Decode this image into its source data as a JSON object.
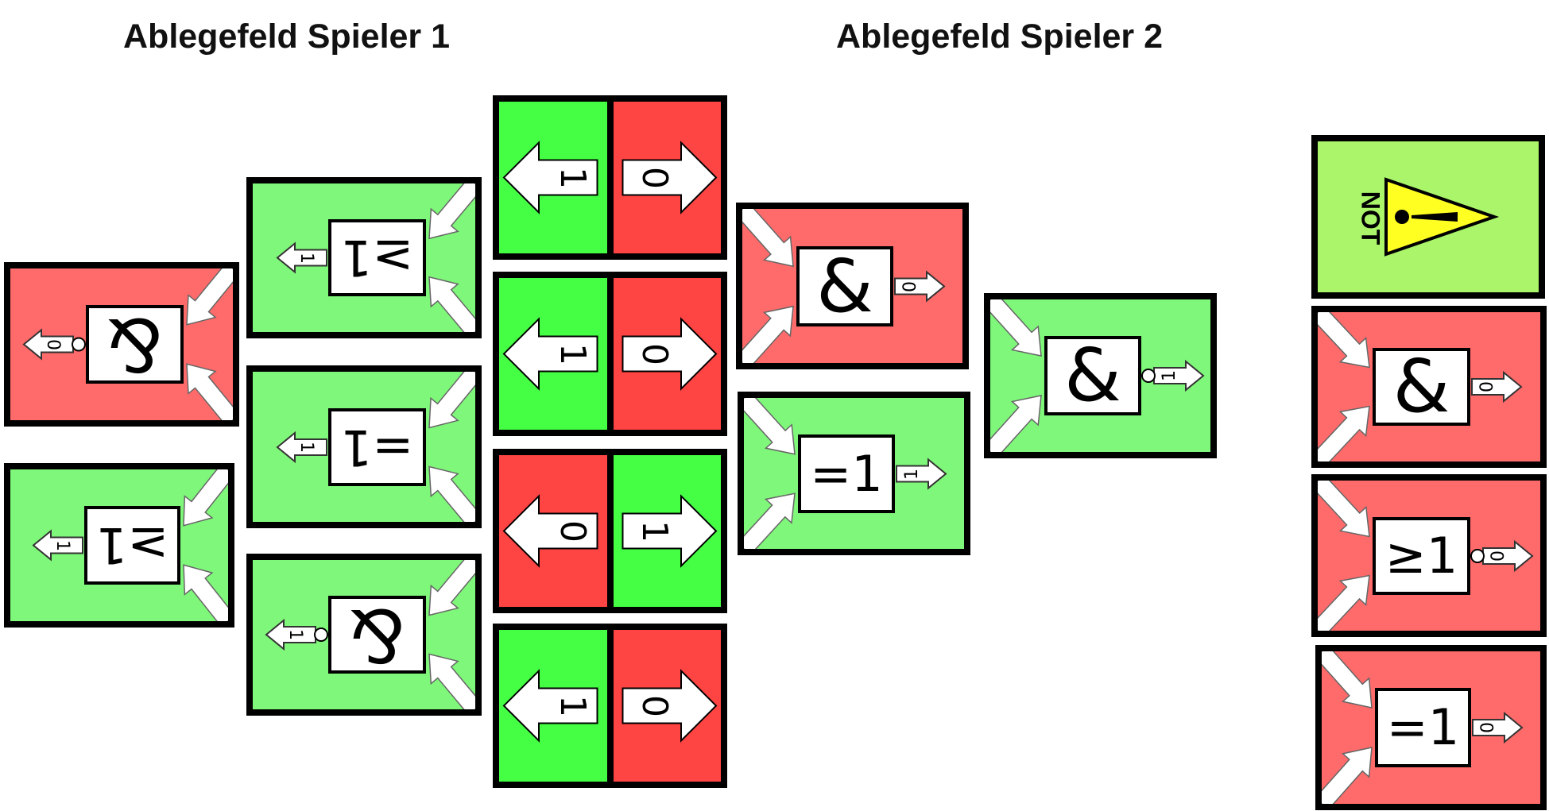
{
  "titles": {
    "player1": "Ablegefeld Spieler 1",
    "player2": "Ablegefeld Spieler 2"
  },
  "colors": {
    "card_green": "#7ff77a",
    "card_red": "#ff6a6a",
    "input_green": "#44ff44",
    "input_red": "#ff4444",
    "not_card": "#aaf56a",
    "warning_yellow": "#ffff22"
  },
  "player1_cards": [
    {
      "id": "p1-and-red",
      "color": "red",
      "gate": "&",
      "output": "0",
      "negated": true
    },
    {
      "id": "p1-ge-green",
      "color": "green",
      "gate": "≥1",
      "output": "1",
      "negated": false
    },
    {
      "id": "p1-ge-green-2",
      "color": "green",
      "gate": "≥1",
      "output": "1",
      "negated": false
    },
    {
      "id": "p1-xor-green",
      "color": "green",
      "gate": "=1",
      "output": "1",
      "negated": false
    },
    {
      "id": "p1-and-green",
      "color": "green",
      "gate": "&",
      "output": "1",
      "negated": true
    }
  ],
  "input_cards": [
    {
      "left": "1",
      "right": "0",
      "left_color": "green",
      "right_color": "red"
    },
    {
      "left": "1",
      "right": "0",
      "left_color": "green",
      "right_color": "red"
    },
    {
      "left": "0",
      "right": "1",
      "left_color": "red",
      "right_color": "green"
    },
    {
      "left": "1",
      "right": "0",
      "left_color": "green",
      "right_color": "red"
    }
  ],
  "player2_cards": [
    {
      "id": "p2-and-red",
      "color": "red",
      "gate": "&",
      "output": "0",
      "negated": false
    },
    {
      "id": "p2-xor-green",
      "color": "green",
      "gate": "=1",
      "output": "1",
      "negated": false
    },
    {
      "id": "p2-and-green",
      "color": "green",
      "gate": "&",
      "output": "1",
      "negated": true
    }
  ],
  "deck": {
    "not_card_label": "NOT",
    "not_card_icon": "warning-triangle-icon",
    "cards": [
      {
        "id": "deck-and-red",
        "color": "red",
        "gate": "&",
        "output": "0",
        "negated": false
      },
      {
        "id": "deck-ge-red",
        "color": "red",
        "gate": "≥1",
        "output": "0",
        "negated": true
      },
      {
        "id": "deck-xor-red",
        "color": "red",
        "gate": "=1",
        "output": "0",
        "negated": false
      }
    ]
  }
}
